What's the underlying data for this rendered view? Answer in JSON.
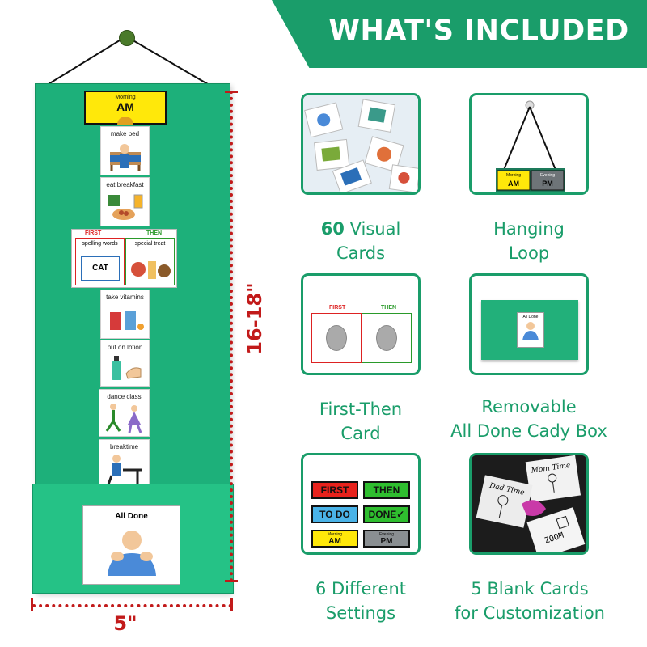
{
  "banner": {
    "title": "WHAT'S INCLUDED"
  },
  "product": {
    "header": {
      "small": "Morning",
      "big": "AM"
    },
    "cards": [
      {
        "label": "make bed"
      },
      {
        "label": "eat breakfast"
      },
      {
        "label": "take vitamins"
      },
      {
        "label": "put on lotion"
      },
      {
        "label": "dance class"
      },
      {
        "label": "breaktime"
      }
    ],
    "first_then": {
      "first": "FIRST",
      "then": "THEN",
      "left_label": "spelling words",
      "right_label": "special treat",
      "left_word": "CAT"
    },
    "all_done": "All Done"
  },
  "dimensions": {
    "height": "16-18\"",
    "width": "5\""
  },
  "included": [
    {
      "strong": "60",
      "line1": "Visual",
      "line2": "Cards"
    },
    {
      "strong": "",
      "line1": "Hanging",
      "line2": "Loop",
      "mini_am_small": "Morning",
      "mini_am_big": "AM",
      "mini_pm_small": "Evening",
      "mini_pm_big": "PM"
    },
    {
      "strong": "",
      "line1": "First-Then",
      "line2": "Card",
      "first": "FIRST",
      "then": "THEN"
    },
    {
      "strong": "",
      "line1": "Removable",
      "line2": "All Done Cady Box",
      "box_label": "All Done"
    },
    {
      "strong": "",
      "line1": "6 Different",
      "line2": "Settings",
      "buttons": [
        {
          "text": "FIRST",
          "bg": "#e8221c",
          "fg": "#111111"
        },
        {
          "text": "THEN",
          "bg": "#2fbe2f",
          "fg": "#111111"
        },
        {
          "text": "TO DO",
          "bg": "#4ab3e8",
          "fg": "#111111"
        },
        {
          "text": "DONE✓",
          "bg": "#2fbe2f",
          "fg": "#111111"
        },
        {
          "text": "AM",
          "bg": "#ffe80a",
          "fg": "#111111",
          "small": "Morning"
        },
        {
          "text": "PM",
          "bg": "#8a8f92",
          "fg": "#111111",
          "small": "Evening"
        }
      ]
    },
    {
      "strong": "",
      "line1": "5 Blank Cards",
      "line2": "for Customization",
      "handwritten": [
        "Mom Time",
        "Dad Time",
        "ZOOM"
      ]
    }
  ],
  "colors": {
    "brand_green": "#1a9d6a",
    "panel_green": "#1db07a",
    "dimension_red": "#c21a1a"
  }
}
